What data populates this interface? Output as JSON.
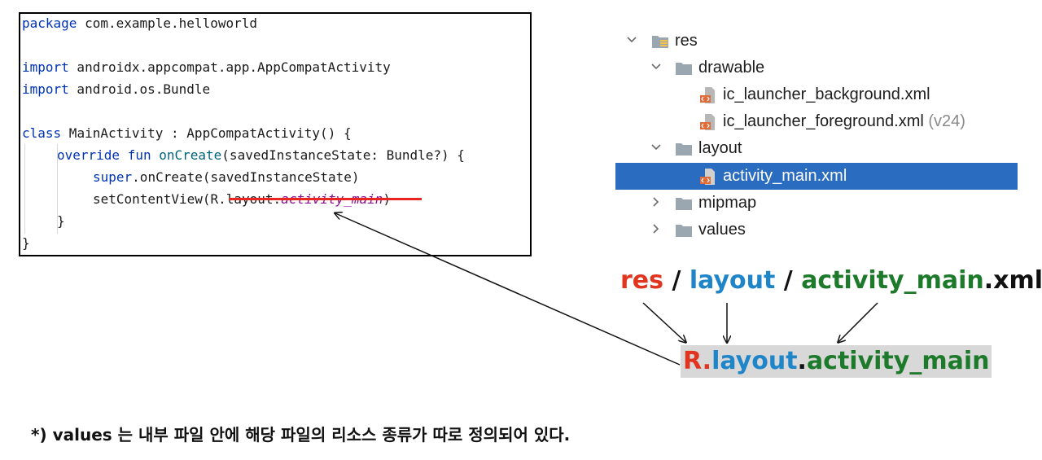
{
  "code": {
    "lines": [
      {
        "k": "package",
        "t": " com.example.helloworld"
      },
      {
        "k": "import",
        "t": " androidx.appcompat.app.AppCompatActivity"
      },
      {
        "k": "import",
        "t": " android.os.Bundle"
      },
      {
        "k": "class",
        "t": " MainActivity : AppCompatActivity() {"
      },
      {
        "k": "override fun",
        "f": "onCreate",
        "t": "(savedInstanceState: Bundle?) {"
      },
      {
        "k": "super",
        "t": ".onCreate(savedInstanceState)"
      },
      {
        "t": "setContentView(R.layout.",
        "i": "activity_main",
        "t2": ")"
      },
      {
        "t": "}"
      },
      {
        "t": "}"
      }
    ]
  },
  "tree": {
    "res": "res",
    "drawable": "drawable",
    "bg_file": "ic_launcher_background.xml",
    "fg_file": "ic_launcher_foreground.xml",
    "fg_suffix": "(v24)",
    "layout": "layout",
    "main_file": "activity_main.xml",
    "mipmap": "mipmap",
    "values": "values"
  },
  "path": {
    "res": "res",
    "sep1": " / ",
    "layout": "layout",
    "sep2": " / ",
    "name": "activity_main",
    "ext": ".xml"
  },
  "rref": {
    "r": "R.",
    "layout": "layout",
    "dot": ".",
    "name": "activity_main"
  },
  "note": "*) values 는 내부 파일 안에 해당 파일의 리소스 종류가 따로 정의되어 있다.",
  "colors": {
    "res": "#e0351e",
    "layout": "#1f85c9",
    "activity_main": "#1e7a2b",
    "selection": "#2a6dc0",
    "underline": "#e8251f"
  }
}
